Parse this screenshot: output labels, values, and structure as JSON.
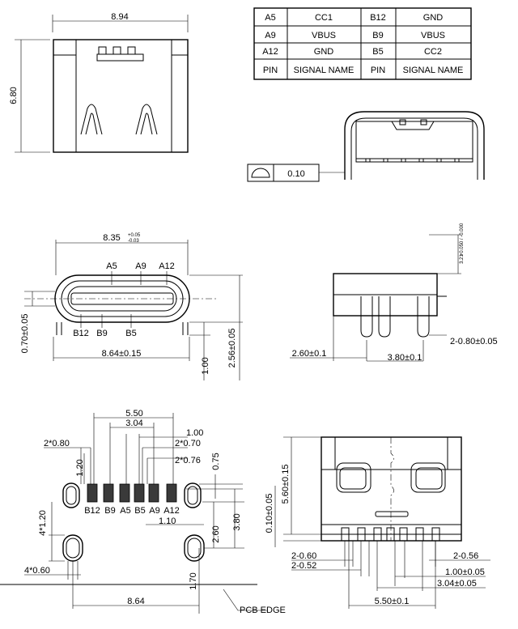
{
  "pin_table": {
    "rows": [
      [
        "A5",
        "CC1",
        "B12",
        "GND"
      ],
      [
        "A9",
        "VBUS",
        "B9",
        "VBUS"
      ],
      [
        "A12",
        "GND",
        "B5",
        "CC2"
      ],
      [
        "PIN",
        "SIGNAL NAME",
        "PIN",
        "SIGNAL NAME"
      ]
    ]
  },
  "top_view": {
    "width": "8.94",
    "height": "6.80"
  },
  "flatness": {
    "value": "0.10"
  },
  "front_view": {
    "width_main": "8.35",
    "tol_plus": "+0.05",
    "tol_minus": "-0.03",
    "top_pins": [
      "A5",
      "A9",
      "A12"
    ],
    "bottom_pins": [
      "B12",
      "B9",
      "B5"
    ],
    "height_left": "0.70±0.05",
    "width_bottom": "8.64±0.15",
    "dim_1_00": "1.00",
    "dim_2_56": "2.56±0.05"
  },
  "side_view": {
    "dim_3_21": "3.21",
    "dim_3_21_tol": "+0.050 / -0.000",
    "dim_2_60": "2.60±0.1",
    "dim_3_80": "3.80±0.1",
    "dim_2_0_80": "2-0.80±0.05"
  },
  "footprint": {
    "dim_5_50": "5.50",
    "dim_3_04": "3.04",
    "dim_1_00": "1.00",
    "dim_2_080": "2*0.80",
    "dim_2_070": "2*0.70",
    "dim_2_076": "2*0.76",
    "dim_1_20": "1.20",
    "dim_0_75": "0.75",
    "pad_labels": [
      "B12",
      "B9",
      "A5",
      "B5",
      "A9",
      "A12"
    ],
    "dim_1_10": "1.10",
    "dim_4_1_20": "4*1.20",
    "dim_2_60": "2.60",
    "dim_3_80": "3.80",
    "dim_4_0_60": "4*0.60",
    "dim_1_70": "1.70",
    "dim_8_64": "8.64",
    "pcb_edge": "PCB EDGE"
  },
  "bottom_view": {
    "dim_5_60": "5.60±0.15",
    "dim_0_10": "0.10±0.05",
    "dim_2_0_60": "2-0.60",
    "dim_2_0_52": "2-0.52",
    "dim_2_0_56": "2-0.56",
    "dim_1_00": "1.00±0.05",
    "dim_3_04": "3.04±0.05",
    "dim_5_50": "5.50±0.1"
  }
}
